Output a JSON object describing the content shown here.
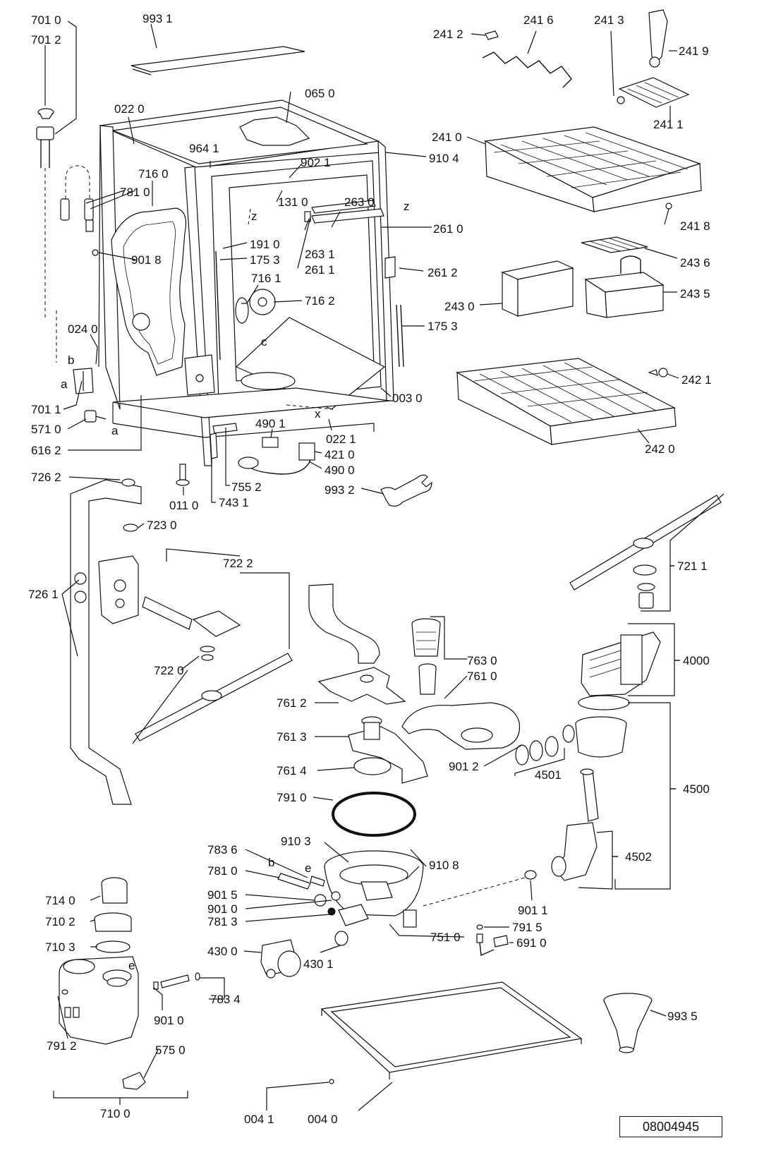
{
  "document_number": "08004945",
  "part_labels": [
    "701 0",
    "701 2",
    "993 1",
    "241 2",
    "241 6",
    "241 3",
    "241 9",
    "022 0",
    "065 0",
    "241 1",
    "964 1",
    "910 4",
    "902 1",
    "241 0",
    "716 0",
    "781 0",
    "131 0",
    "263 0",
    "261 0",
    "241 8",
    "191 0",
    "175 3",
    "901 8",
    "263 1",
    "261 1",
    "261 2",
    "243 6",
    "716 1",
    "716 2",
    "243 5",
    "243 0",
    "024 0",
    "175 3",
    "003 0",
    "242 1",
    "701 1",
    "571 0",
    "490 1",
    "022 1",
    "616 2",
    "421 0",
    "490 0",
    "242 0",
    "726 2",
    "011 0",
    "755 2",
    "993 2",
    "743 1",
    "723 0",
    "721 1",
    "722 2",
    "726 1",
    "763 0",
    "761 0",
    "4000",
    "722 0",
    "761 2",
    "761 3",
    "901 2",
    "761 4",
    "4501",
    "4500",
    "791 0",
    "910 3",
    "910 8",
    "783 6",
    "781 0",
    "4502",
    "901 5",
    "714 0",
    "901 0",
    "901 1",
    "781 3",
    "710 2",
    "791 5",
    "751 0",
    "710 3",
    "691 0",
    "430 0",
    "430 1",
    "783 4",
    "901 0",
    "993 5",
    "791 2",
    "575 0",
    "710 0",
    "004 1",
    "004 0"
  ],
  "diagram_letters": [
    "z",
    "z",
    "c",
    "x",
    "b",
    "a",
    "a",
    "b",
    "e",
    "e"
  ]
}
